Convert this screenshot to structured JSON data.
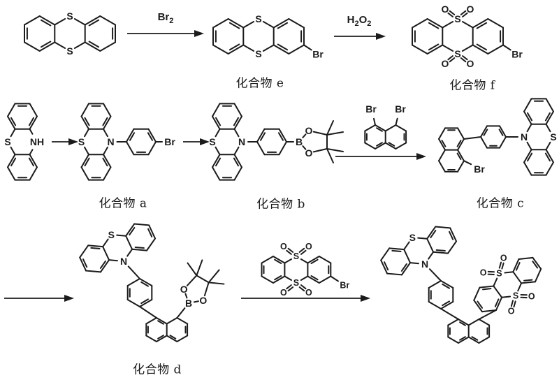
{
  "scheme": {
    "background": "#ffffff",
    "ink": "#1b1b1b"
  },
  "atoms": {
    "s": "S",
    "n": "N",
    "nh": "NH",
    "b": "B",
    "o": "O",
    "br": "Br"
  },
  "reagents": {
    "br2": {
      "symbol": "Br",
      "subscript": "2"
    },
    "h2o2": {
      "part1": "H",
      "sub1": "2",
      "part2": "O",
      "sub2": "2"
    }
  },
  "compound_labels": {
    "a": "化合物 a",
    "b": "化合物 b",
    "c": "化合物 c",
    "d": "化合物 d",
    "e": "化合物 e",
    "f": "化合物 f"
  }
}
